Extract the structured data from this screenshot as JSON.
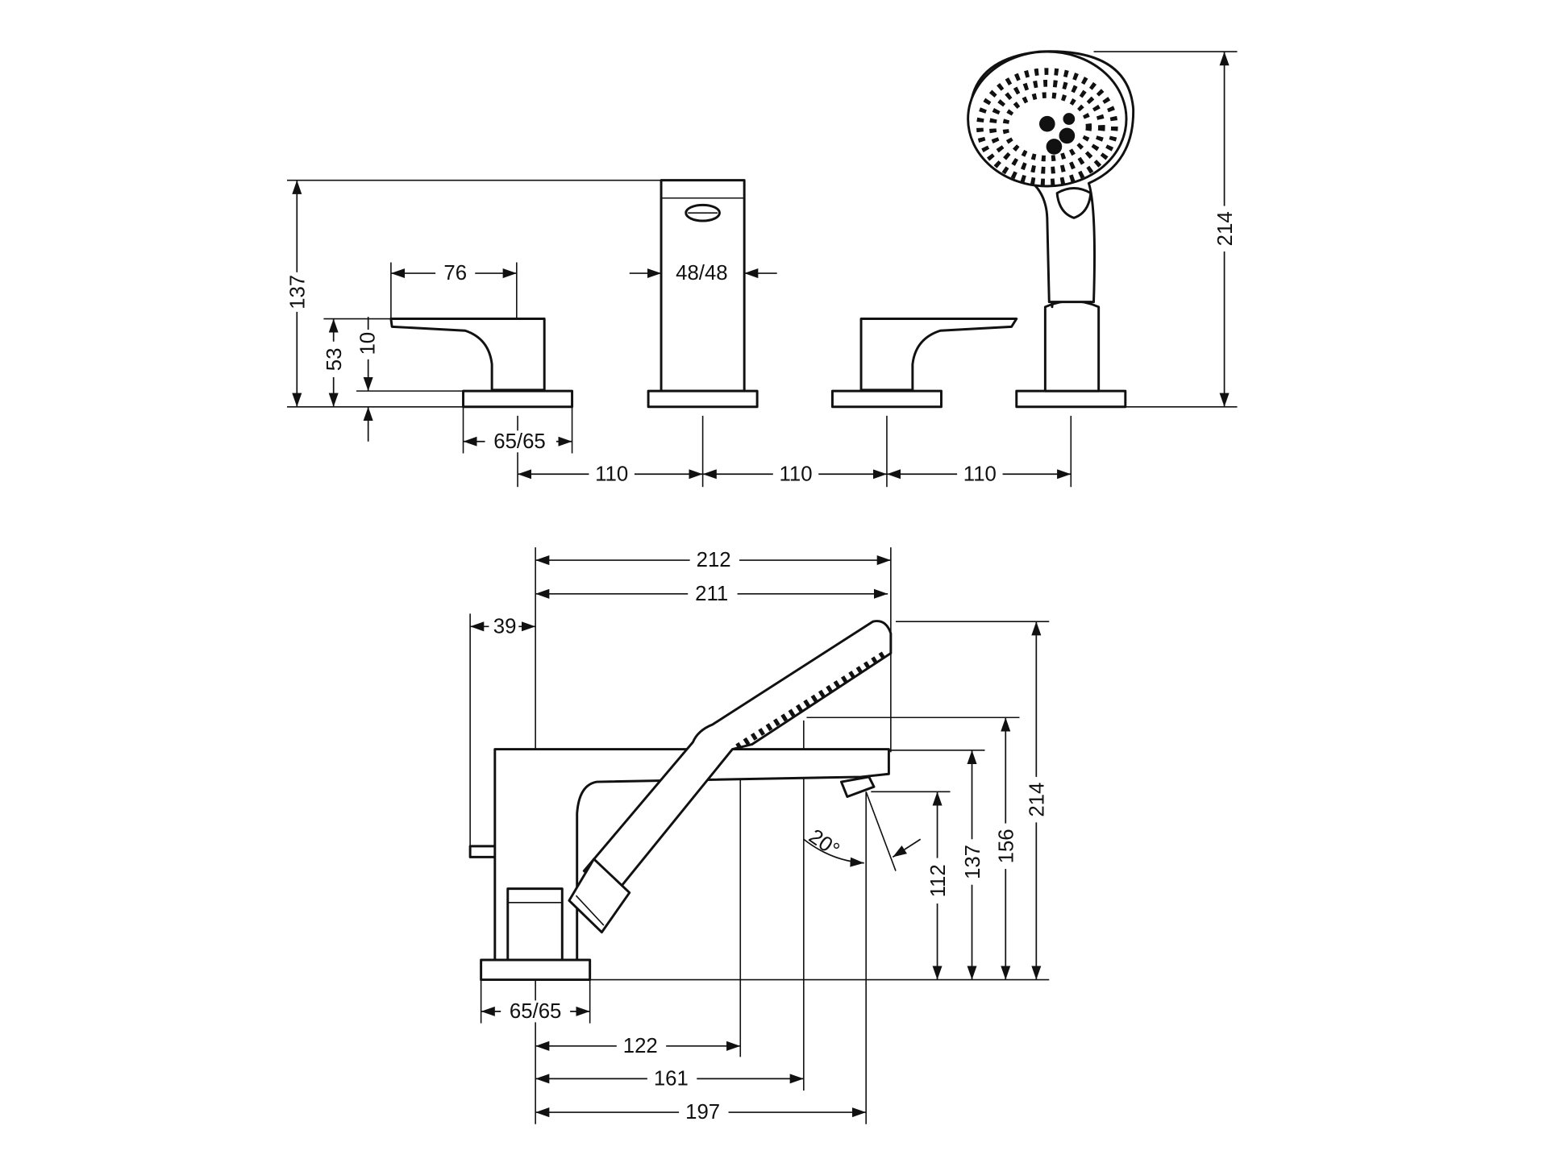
{
  "title": "Bath mixer 4-hole rim mounted dimension drawing",
  "front_view": {
    "height_137": "137",
    "height_53": "53",
    "height_10": "10",
    "handle_76": "76",
    "spout_48": "48/48",
    "base_65": "65/65",
    "spacing": [
      "110",
      "110",
      "110"
    ],
    "shower_height_214": "214"
  },
  "side_view": {
    "length_212": "212",
    "length_211": "211",
    "offset_39": "39",
    "height_214": "214",
    "height_156": "156",
    "height_137": "137",
    "height_112": "112",
    "angle": "20°",
    "base_65": "65/65",
    "reach_122": "122",
    "reach_161": "161",
    "reach_197": "197"
  }
}
